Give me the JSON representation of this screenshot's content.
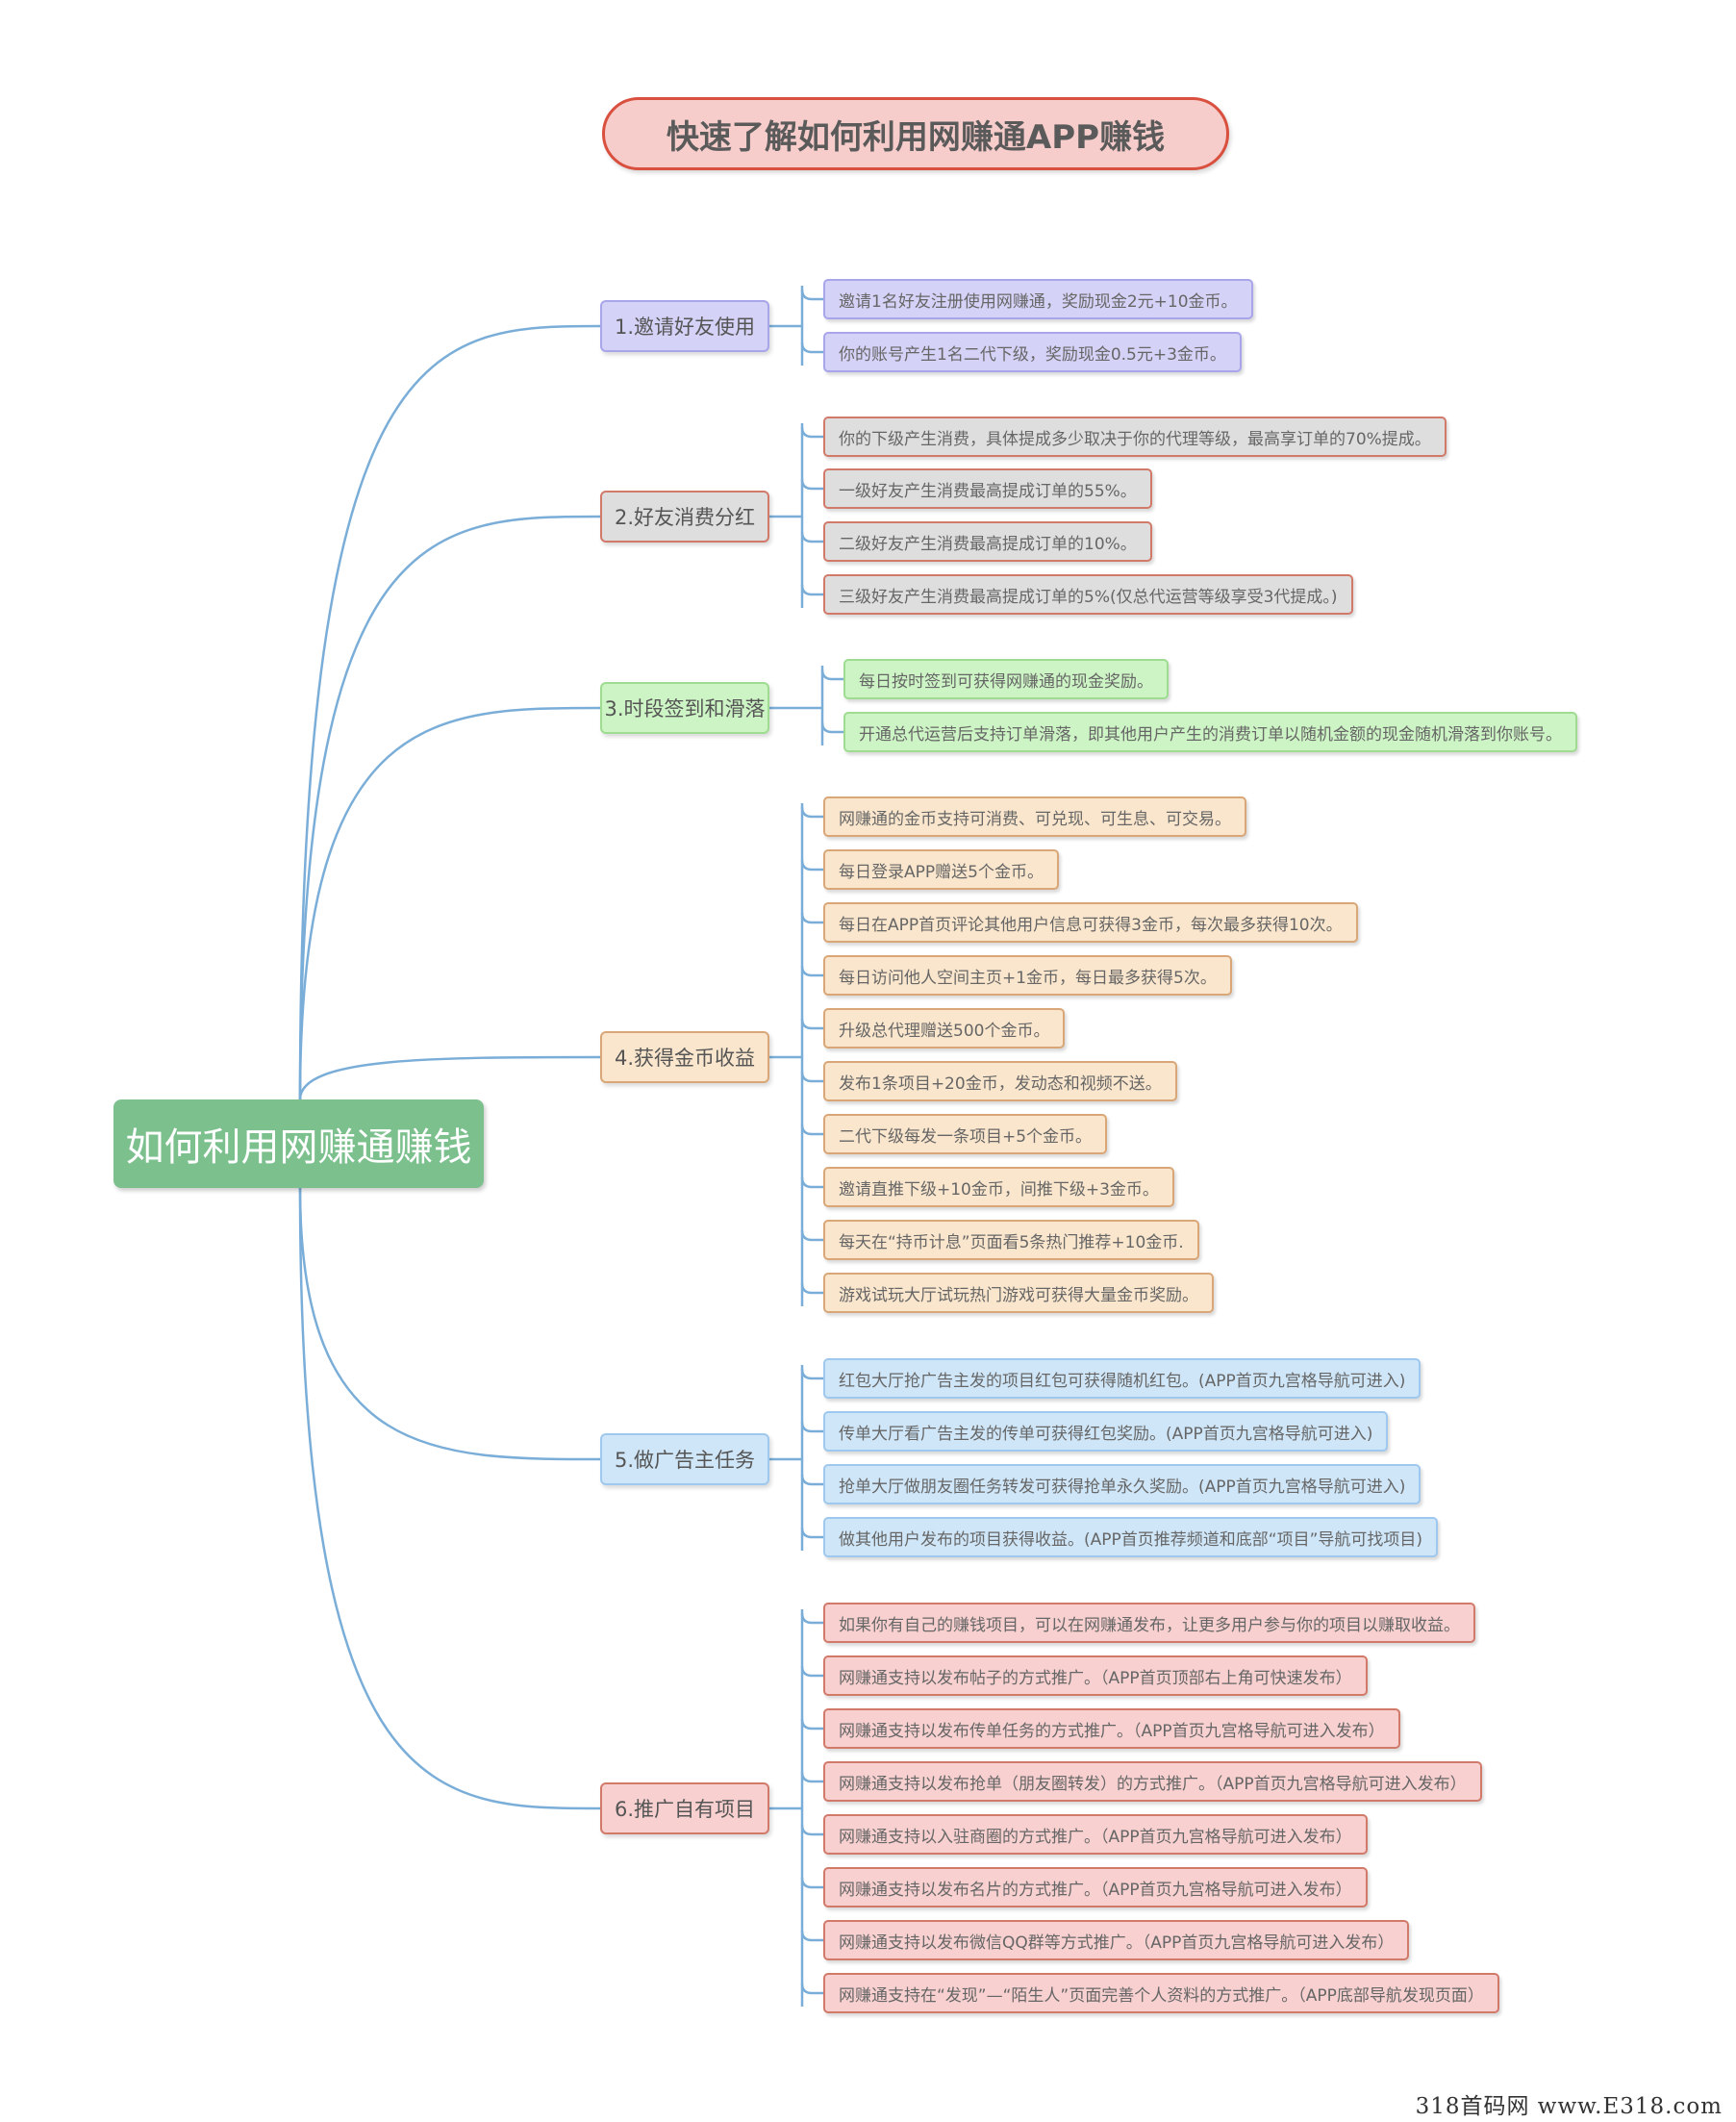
{
  "title": "快速了解如何利用网赚通APP赚钱",
  "root": "如何利用网赚通赚钱",
  "branches": [
    {
      "label": "1.邀请好友使用",
      "items": [
        "邀请1名好友注册使用网赚通，奖励现金2元+10金币。",
        "你的账号产生1名二代下级，奖励现金0.5元+3金币。"
      ]
    },
    {
      "label": "2.好友消费分红",
      "items": [
        "你的下级产生消费，具体提成多少取决于你的代理等级，最高享订单的70%提成。",
        "一级好友产生消费最高提成订单的55%。",
        "二级好友产生消费最高提成订单的10%。",
        "三级好友产生消费最高提成订单的5%(仅总代运营等级享受3代提成。)"
      ]
    },
    {
      "label": "3.时段签到和滑落",
      "items": [
        "每日按时签到可获得网赚通的现金奖励。",
        "开通总代运营后支持订单滑落，即其他用户产生的消费订单以随机金额的现金随机滑落到你账号。"
      ]
    },
    {
      "label": "4.获得金币收益",
      "items": [
        "网赚通的金币支持可消费、可兑现、可生息、可交易。",
        "每日登录APP赠送5个金币。",
        "每日在APP首页评论其他用户信息可获得3金币，每次最多获得10次。",
        "每日访问他人空间主页+1金币，每日最多获得5次。",
        "升级总代理赠送500个金币。",
        "发布1条项目+20金币，发动态和视频不送。",
        "二代下级每发一条项目+5个金币。",
        "邀请直推下级+10金币，间推下级+3金币。",
        "每天在“持币计息”页面看5条热门推荐+10金币.",
        "游戏试玩大厅试玩热门游戏可获得大量金币奖励。"
      ]
    },
    {
      "label": "5.做广告主任务",
      "items": [
        "红包大厅抢广告主发的项目红包可获得随机红包。(APP首页九宫格导航可进入)",
        "传单大厅看广告主发的传单可获得红包奖励。(APP首页九宫格导航可进入)",
        "抢单大厅做朋友圈任务转发可获得抢单永久奖励。(APP首页九宫格导航可进入)",
        "做其他用户发布的项目获得收益。(APP首页推荐频道和底部“项目”导航可找项目)"
      ]
    },
    {
      "label": "6.推广自有项目",
      "items": [
        "如果你有自己的赚钱项目，可以在网赚通发布，让更多用户参与你的项目以赚取收益。",
        "网赚通支持以发布帖子的方式推广。（APP首页顶部右上角可快速发布）",
        "网赚通支持以发布传单任务的方式推广。（APP首页九宫格导航可进入发布）",
        "网赚通支持以发布抢单（朋友圈转发）的方式推广。（APP首页九宫格导航可进入发布）",
        "网赚通支持以入驻商圈的方式推广。（APP首页九宫格导航可进入发布）",
        "网赚通支持以发布名片的方式推广。（APP首页九宫格导航可进入发布）",
        "网赚通支持以发布微信QQ群等方式推广。（APP首页九宫格导航可进入发布）",
        "网赚通支持在“发现”—“陌生人”页面完善个人资料的方式推广。（APP底部导航发现页面）"
      ]
    }
  ],
  "watermark": "318首码网 www.E318.com",
  "colors": {
    "wire": "#7aaed8",
    "root": "#7cc08e",
    "title_border": "#d9503f"
  }
}
